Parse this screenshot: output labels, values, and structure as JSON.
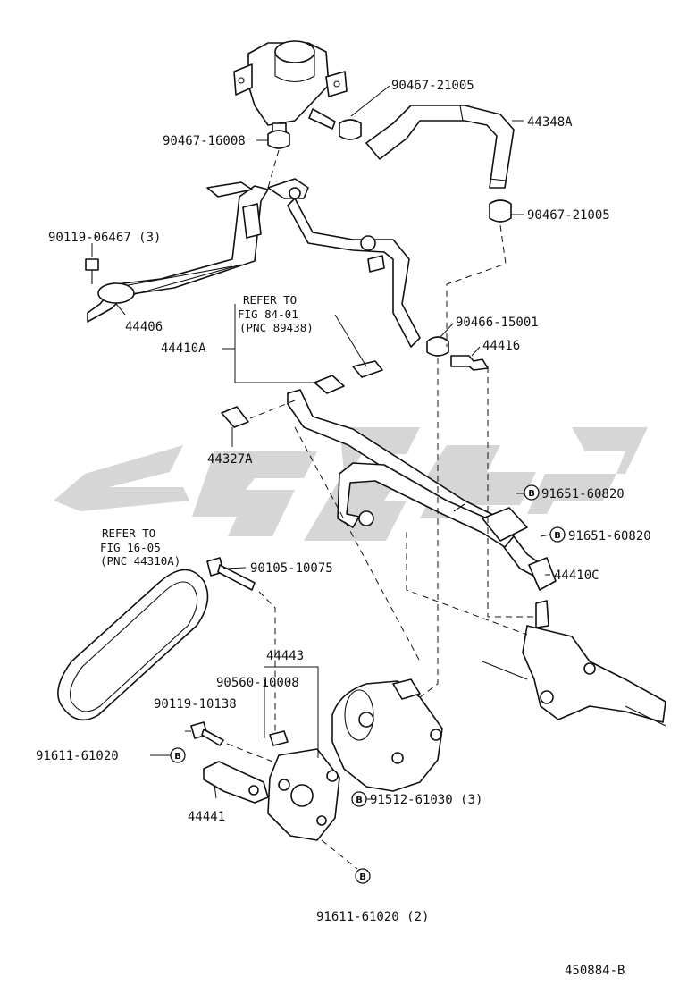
{
  "diagram_id": "450884-B",
  "bolt_mark": "B",
  "watermark_color": "#cfcfcf",
  "refer_notes": {
    "pressure_switch": {
      "line1": "REFER TO",
      "line2": "FIG 84-01",
      "line3": "(PNC 89438)"
    },
    "belt": {
      "line1": "REFER TO",
      "line2": "FIG 16-05",
      "line3": "(PNC 44310A)"
    }
  },
  "parts": {
    "p_90467_21005_top": "90467-21005",
    "p_44348A": "44348A",
    "p_90467_16008": "90467-16008",
    "p_90467_21005_mid": "90467-21005",
    "p_90119_06467": "90119-06467 (3)",
    "p_44406": "44406",
    "p_44410A": "44410A",
    "p_90466_15001": "90466-15001",
    "p_44416": "44416",
    "p_44327A": "44327A",
    "p_91651_60820_a": "91651-60820",
    "p_91651_60820_b": "91651-60820",
    "p_44410C": "44410C",
    "p_90105_10075": "90105-10075",
    "p_44443": "44443",
    "p_90560_10008": "90560-10008",
    "p_90119_10138": "90119-10138",
    "p_91611_61020": "91611-61020",
    "p_91512_61030": "91512-61030 (3)",
    "p_44441": "44441",
    "p_91611_61020_2": "91611-61020 (2)"
  }
}
